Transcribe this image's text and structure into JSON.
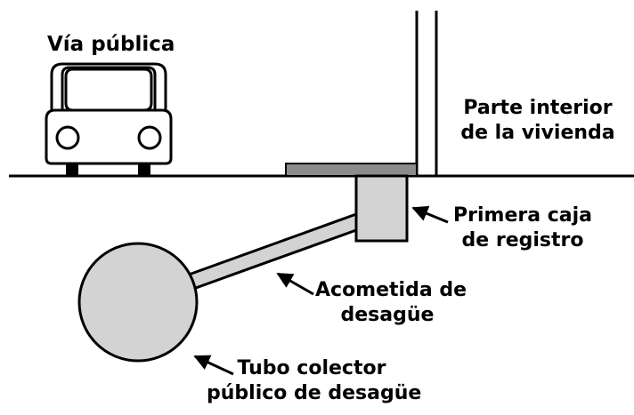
{
  "labels": {
    "street": "Vía pública",
    "interior": [
      "Parte interior",
      "de la vivienda"
    ],
    "first_box": [
      "Primera caja",
      "de registro"
    ],
    "drain_connection": [
      "Acometida de",
      "desagüe"
    ],
    "collector": [
      "Tubo colector",
      "público de desagüe"
    ]
  },
  "colors": {
    "fill_gray": "#d3d3d3",
    "slab_gray": "#8c8c8c",
    "stroke": "#000000",
    "background": "#ffffff"
  }
}
